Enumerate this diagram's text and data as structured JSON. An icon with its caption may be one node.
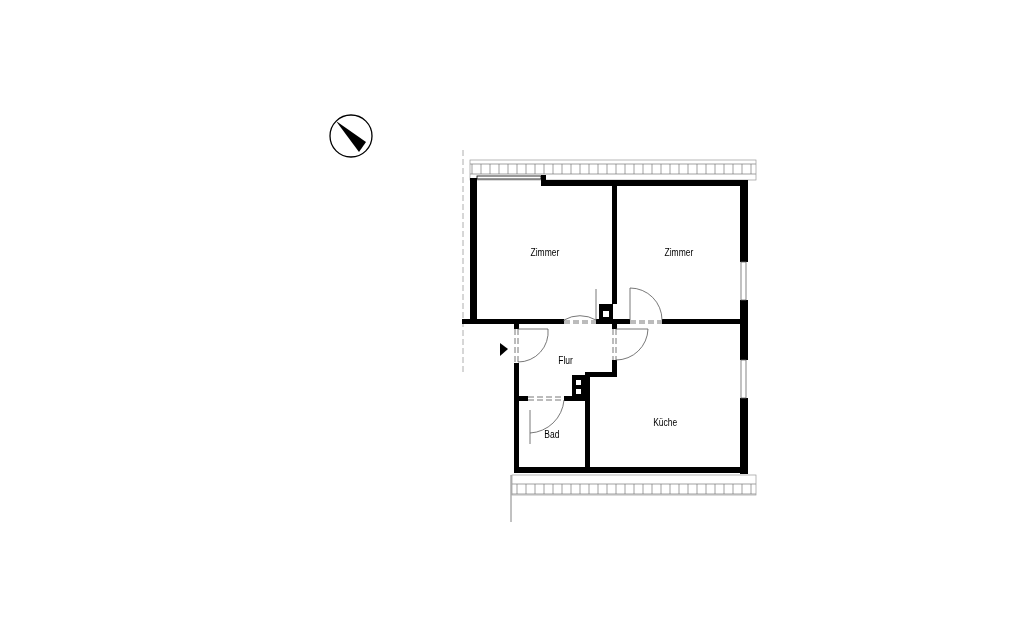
{
  "diagram": {
    "nodes": [
      {
        "text": [
          "Zimmer"
        ]
      },
      {
        "text": [
          "Zimmer"
        ]
      },
      {
        "text": [
          "Flur"
        ]
      },
      {
        "text": [
          "Bad"
        ]
      },
      {
        "text": [
          "Küche"
        ]
      }
    ]
  }
}
